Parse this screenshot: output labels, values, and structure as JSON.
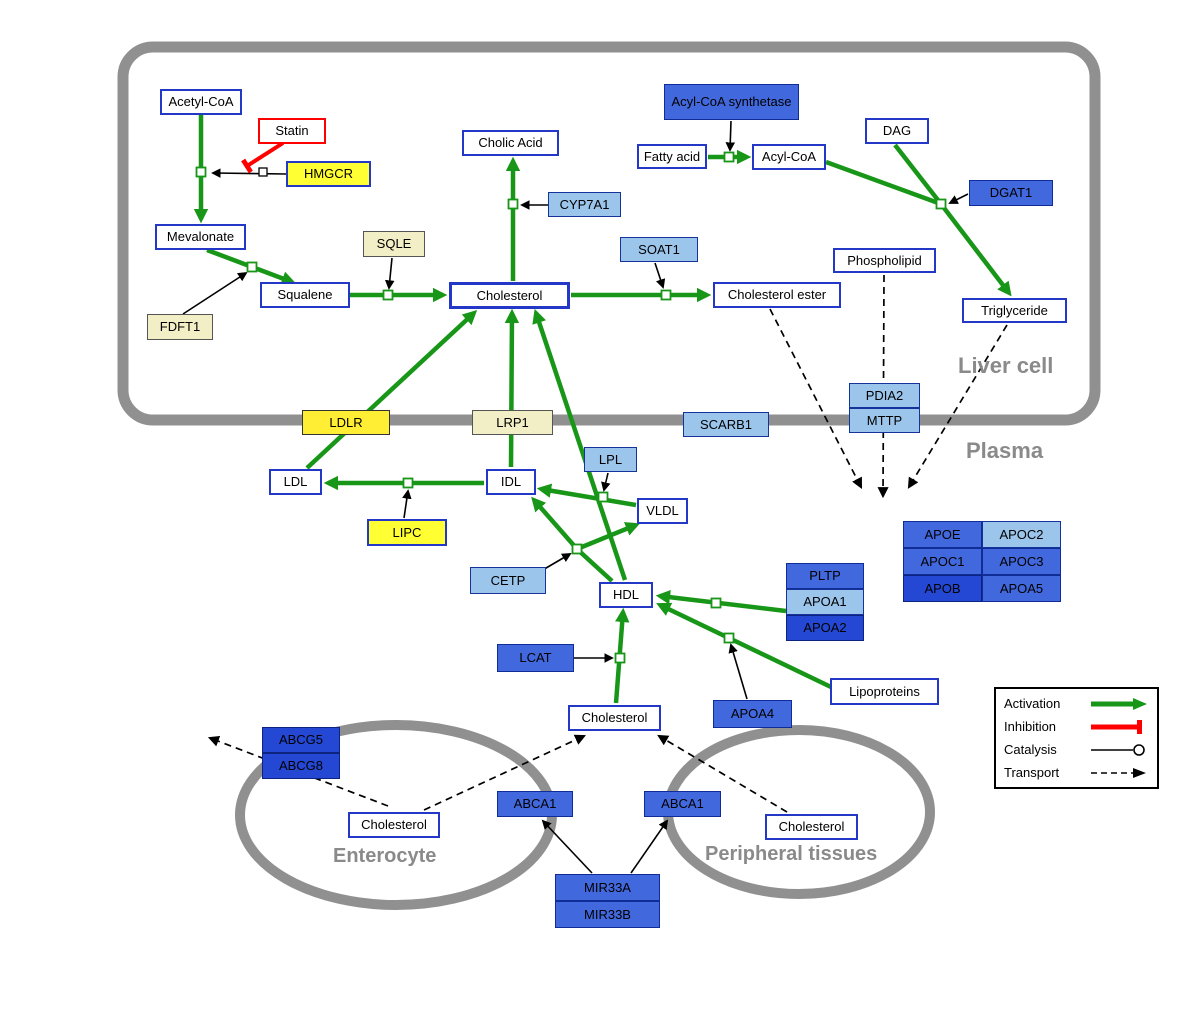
{
  "compartments": {
    "liver": "Liver cell",
    "plasma": "Plasma",
    "enterocyte": "Enterocyte",
    "peripheral": "Peripheral tissues"
  },
  "nodes": {
    "acetyl_coa": {
      "label": "Acetyl-CoA"
    },
    "statin": {
      "label": "Statin"
    },
    "hmgcr": {
      "label": "HMGCR"
    },
    "mevalonate": {
      "label": "Mevalonate"
    },
    "sqle": {
      "label": "SQLE"
    },
    "fdft1": {
      "label": "FDFT1"
    },
    "squalene": {
      "label": "Squalene"
    },
    "cholesterol_liver": {
      "label": "Cholesterol"
    },
    "cholic_acid": {
      "label": "Cholic Acid"
    },
    "cyp7a1": {
      "label": "CYP7A1"
    },
    "acyl_coa_synthetase": {
      "label": "Acyl-CoA synthetase"
    },
    "fatty_acid": {
      "label": "Fatty acid"
    },
    "acyl_coa": {
      "label": "Acyl-CoA"
    },
    "dag": {
      "label": "DAG"
    },
    "dgat1": {
      "label": "DGAT1"
    },
    "soat1": {
      "label": "SOAT1"
    },
    "cholesterol_ester": {
      "label": "Cholesterol ester"
    },
    "phospholipid": {
      "label": "Phospholipid"
    },
    "triglyceride": {
      "label": "Triglyceride"
    },
    "pdia2": {
      "label": "PDIA2"
    },
    "mttp": {
      "label": "MTTP"
    },
    "ldlr": {
      "label": "LDLR"
    },
    "lrp1": {
      "label": "LRP1"
    },
    "scarb1": {
      "label": "SCARB1"
    },
    "ldl": {
      "label": "LDL"
    },
    "idl": {
      "label": "IDL"
    },
    "lipc": {
      "label": "LIPC"
    },
    "lpl": {
      "label": "LPL"
    },
    "vldl": {
      "label": "VLDL"
    },
    "cetp": {
      "label": "CETP"
    },
    "hdl": {
      "label": "HDL"
    },
    "lcat": {
      "label": "LCAT"
    },
    "pltp": {
      "label": "PLTP"
    },
    "apoa1": {
      "label": "APOA1"
    },
    "apoa2": {
      "label": "APOA2"
    },
    "apoa4": {
      "label": "APOA4"
    },
    "lipoproteins": {
      "label": "Lipoproteins"
    },
    "apoe": {
      "label": "APOE"
    },
    "apoc2": {
      "label": "APOC2"
    },
    "apoc1": {
      "label": "APOC1"
    },
    "apoc3": {
      "label": "APOC3"
    },
    "apob": {
      "label": "APOB"
    },
    "apoa5": {
      "label": "APOA5"
    },
    "cholesterol_plasma": {
      "label": "Cholesterol"
    },
    "abcg5": {
      "label": "ABCG5"
    },
    "abcg8": {
      "label": "ABCG8"
    },
    "cholesterol_enterocyte": {
      "label": "Cholesterol"
    },
    "abca1_left": {
      "label": "ABCA1"
    },
    "abca1_right": {
      "label": "ABCA1"
    },
    "cholesterol_peripheral": {
      "label": "Cholesterol"
    },
    "mir33a": {
      "label": "MIR33A"
    },
    "mir33b": {
      "label": "MIR33B"
    }
  },
  "legend": {
    "activation": "Activation",
    "inhibition": "Inhibition",
    "catalysis": "Catalysis",
    "transport": "Transport"
  },
  "colors": {
    "activation": "#189618",
    "inhibition": "#ff0000",
    "transport": "#000000",
    "membrane": "#909090",
    "metabolite_border": "#2438c8",
    "gene_yellow": "#ffff33",
    "gene_pale_yellow": "#f2eec5",
    "gene_light_blue": "#9cc5ec",
    "gene_blue": "#4268dd",
    "gene_dark_blue": "#2448d4"
  }
}
